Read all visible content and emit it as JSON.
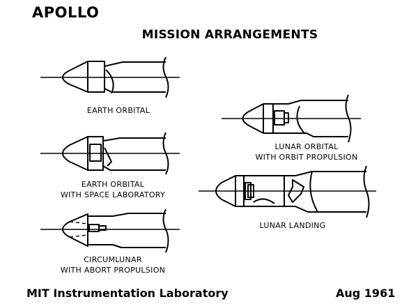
{
  "header": {
    "title": "APOLLO",
    "subtitle": "MISSION ARRANGEMENTS"
  },
  "configurations": [
    {
      "label_lines": [
        "EARTH ORBITAL"
      ]
    },
    {
      "label_lines": [
        "EARTH ORBITAL",
        "WITH SPACE LABORATORY"
      ]
    },
    {
      "label_lines": [
        "CIRCUMLUNAR",
        "WITH ABORT PROPULSION"
      ]
    },
    {
      "label_lines": [
        "LUNAR ORBITAL",
        "WITH ORBIT PROPULSION"
      ]
    },
    {
      "label_lines": [
        "LUNAR LANDING"
      ]
    }
  ],
  "footer": {
    "organization": "MIT Instrumentation Laboratory",
    "date": "Aug 1961"
  }
}
